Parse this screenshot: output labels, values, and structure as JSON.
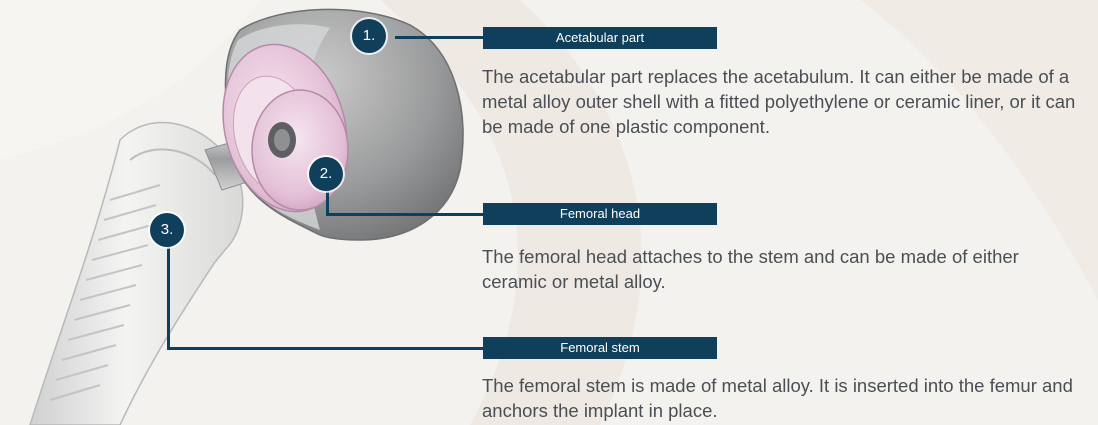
{
  "components": [
    {
      "number": "1.",
      "title": "Acetabular part",
      "description": "The acetabular part replaces the acetabulum. It can either be made of a metal alloy outer shell with a fitted polyethylene or ceramic liner, or it can be made of one plastic component."
    },
    {
      "number": "2.",
      "title": "Femoral head",
      "description": "The femoral head attaches to the stem and can be made of either ceramic or metal alloy."
    },
    {
      "number": "3.",
      "title": "Femoral stem",
      "description": "The femoral stem is made of metal alloy. It is inserted into the femur and anchors the implant in place."
    }
  ],
  "colors": {
    "accent": "#0f3f5b",
    "text": "#4a4f55",
    "background": "#f4f2ee",
    "liner": "#e8c9de",
    "shell": "#9a9b9c"
  }
}
